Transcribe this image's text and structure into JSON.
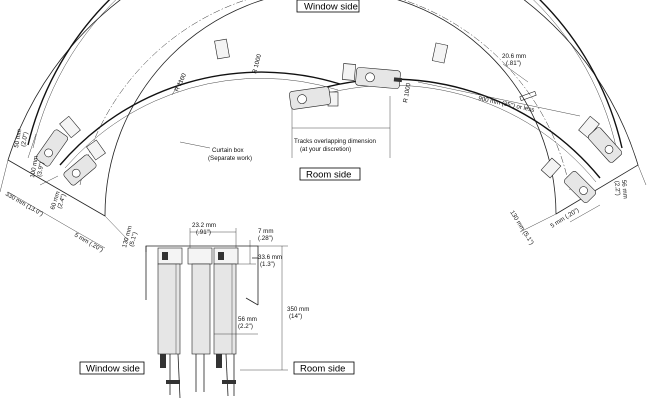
{
  "labels": {
    "window_side_top": "Window side",
    "room_side_mid": "Room side",
    "window_side_bottom": "Window side",
    "room_side_bottom": "Room side"
  },
  "dims": {
    "d20_6_mm": "20.6 mm",
    "d20_6_in": "(.81\")",
    "d900": "900 mm (35\") or less",
    "r1000_a": "R 1000",
    "r1000_b": "R 1000",
    "r1100": "R 1100",
    "overlap_1": "Tracks overlapping dimension",
    "overlap_2": "(at your discretion)",
    "curtain_box_1": "Curtain box",
    "curtain_box_2": "(Separate work)",
    "l50_mm": "50 mm",
    "l50_in": "(2.0\")",
    "l100_mm": "100 mm",
    "l100_in": "(3.9\")",
    "l60_mm": "60 mm",
    "l60_in": "(2.4\")",
    "l330": "330 mm (13.0\")",
    "l5": "5 mm (.20\")",
    "l130_mm": "130 mm",
    "l130_in": "(5.1\")",
    "r56_mm": "56 mm",
    "r56_in": "(2.2\")",
    "r130": "130 mm (5.1\")",
    "r5": "5 mm (.20\")",
    "s23_mm": "23.2 mm",
    "s23_in": "(.91\")",
    "s7_mm": "7 mm",
    "s7_in": "(.28\")",
    "s33_mm": "33.6 mm",
    "s33_in": "(1.3\")",
    "s350_mm": "350 mm",
    "s350_in": "(14\")",
    "s56_mm": "56 mm",
    "s56_in": "(2.2\")"
  }
}
